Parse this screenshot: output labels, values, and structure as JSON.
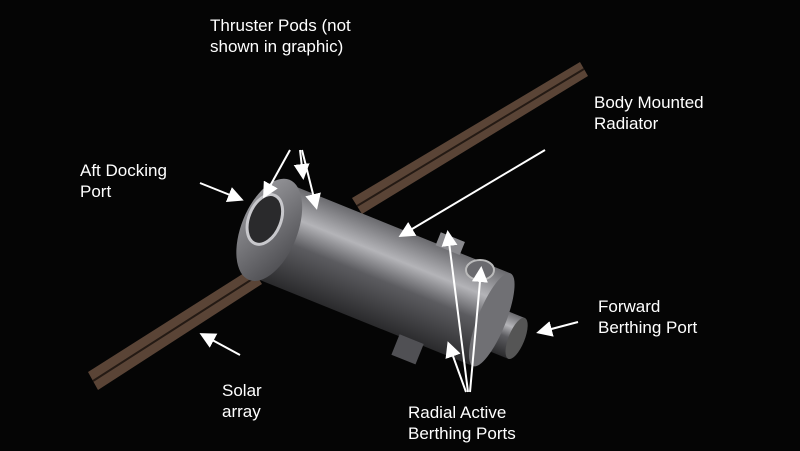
{
  "labels": {
    "thruster_pods": [
      "Thruster Pods (not",
      "shown in graphic)"
    ],
    "aft_docking_port": [
      "Aft Docking",
      "Port"
    ],
    "body_mounted_radiator": [
      "Body Mounted",
      "Radiator"
    ],
    "forward_berthing_port": [
      "Forward",
      "Berthing Port"
    ],
    "solar_array": [
      "Solar",
      "array"
    ],
    "radial_berthing_ports": [
      "Radial Active",
      "Berthing Ports"
    ]
  },
  "colors": {
    "background": "#050505",
    "label": "#ffffff",
    "module": "#8a8a8e",
    "solar_array": "#5a4436"
  }
}
